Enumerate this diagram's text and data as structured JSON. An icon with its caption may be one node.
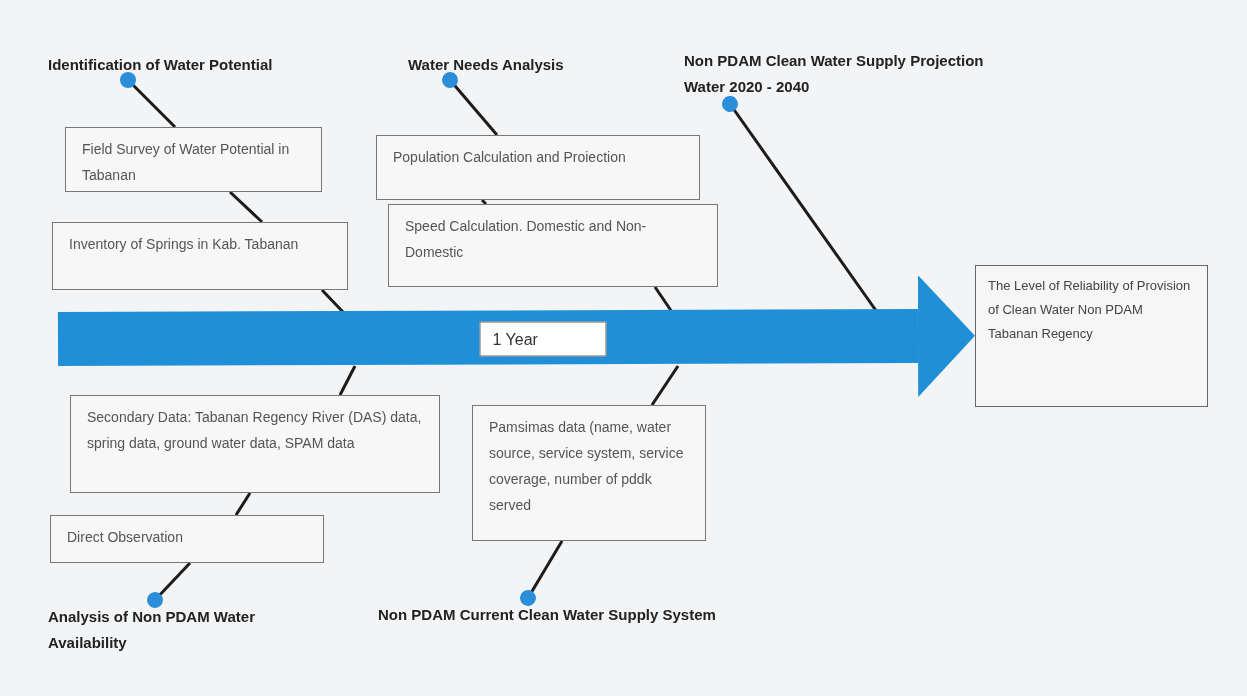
{
  "diagram": {
    "nodes": [
      {
        "text": [
          "Identification of Water Potential"
        ]
      },
      {
        "text": [
          "Field Survey of Water Potential in Tabanan"
        ]
      },
      {
        "text": [
          "Inventory of Springs in Kab. Tabanan"
        ]
      },
      {
        "text": [
          "Water Needs Analysis"
        ]
      },
      {
        "text": [
          "Population Calculation and Proiection"
        ]
      },
      {
        "text": [
          "Speed Calculation. Domestic and Non-Domestic"
        ]
      },
      {
        "text": [
          "Non PDAM Clean Water Supply Projection Water 2020 - 2040"
        ]
      },
      {
        "text": [
          "Secondary Data: Tabanan Regency River (DAS) data, spring data, ground water data, SPAM data"
        ]
      },
      {
        "text": [
          "Direct Observation"
        ]
      },
      {
        "text": [
          "Analysis of Non PDAM Water Availability"
        ]
      },
      {
        "text": [
          "Pamsimas data (name, water source, service system, service coverage, number of pddk served"
        ]
      },
      {
        "text": [
          "Non PDAM Current Clean Water Supply System"
        ]
      },
      {
        "text": [
          "The Level of Reliability of Provision of Clean Water Non PDAM Tabanan Regency"
        ]
      }
    ],
    "edges": [
      {
        "from": 0,
        "to": 1,
        "arrow": "other"
      },
      {
        "from": 1,
        "to": 2,
        "arrow": "none"
      },
      {
        "from": 2,
        "to": null,
        "arrow": "none"
      },
      {
        "from": 3,
        "to": 4,
        "arrow": "other"
      },
      {
        "from": 4,
        "to": 5,
        "arrow": "none"
      },
      {
        "from": 5,
        "to": null,
        "arrow": "none"
      },
      {
        "from": 6,
        "to": null,
        "arrow": "other"
      },
      {
        "from": 9,
        "to": 8,
        "arrow": "other"
      },
      {
        "from": 8,
        "to": 7,
        "arrow": "none"
      },
      {
        "from": 7,
        "to": null,
        "arrow": "none"
      },
      {
        "from": 11,
        "to": 10,
        "arrow": "other"
      },
      {
        "from": 10,
        "to": null,
        "arrow": "none"
      },
      {
        "from": null,
        "to": 12,
        "arrow": "to",
        "style": "thick",
        "color": "#1f8fd8",
        "label": "1 Year"
      }
    ]
  }
}
